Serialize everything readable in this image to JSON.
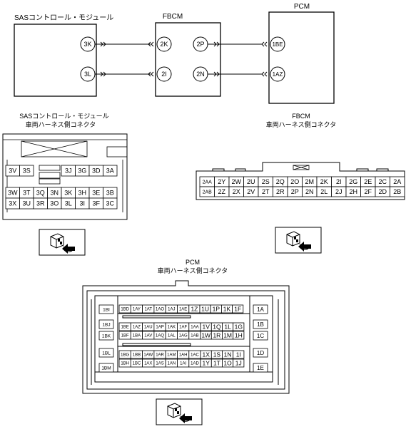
{
  "top": {
    "sas_title": "SASコントロール・モジュール",
    "fbcm_title": "FBCM",
    "pcm_title": "PCM",
    "pins": {
      "sas_3k": "3K",
      "sas_3l": "3L",
      "fbcm_2k": "2K",
      "fbcm_2i": "2I",
      "fbcm_2p": "2P",
      "fbcm_2n": "2N",
      "pcm_1be": "1BE",
      "pcm_1az": "1AZ"
    }
  },
  "sas_conn": {
    "title1": "SASコントロール・モジュール",
    "title2": "車両ハーネス側コネクタ",
    "row1": [
      "3V",
      "3S",
      "3J",
      "3G",
      "3D",
      "3A"
    ],
    "row2": [
      "3W",
      "3T",
      "3Q",
      "3N",
      "3K",
      "3H",
      "3E",
      "3B"
    ],
    "row3": [
      "3X",
      "3U",
      "3R",
      "3O",
      "3L",
      "3I",
      "3F",
      "3C"
    ]
  },
  "fbcm_conn": {
    "title1": "FBCM",
    "title2": "車両ハーネス側コネクタ",
    "row1": [
      "2AA",
      "2Y",
      "2W",
      "2U",
      "2S",
      "2Q",
      "2O",
      "2M",
      "2K",
      "2I",
      "2G",
      "2E",
      "2C",
      "2A"
    ],
    "row2": [
      "2AB",
      "2Z",
      "2X",
      "2V",
      "2T",
      "2R",
      "2P",
      "2N",
      "2L",
      "2J",
      "2H",
      "2F",
      "2D",
      "2B"
    ]
  },
  "pcm_conn": {
    "title1": "PCM",
    "title2": "車両ハーネス側コネクタ",
    "left_col": [
      "1BI",
      "1BJ",
      "1BK",
      "1BL",
      "1BM"
    ],
    "right_col": [
      "1A",
      "1B",
      "1C",
      "1D",
      "1E"
    ],
    "g1r1_small": [
      "1BD",
      "1AY",
      "1AT",
      "1AO",
      "1AJ",
      "1AE"
    ],
    "g1r1_big": [
      "1Z",
      "1U",
      "1P",
      "1K",
      "1F"
    ],
    "g2r1_small": [
      "1BE",
      "1AZ",
      "1AU",
      "1AP",
      "1AK",
      "1AF",
      "1AA"
    ],
    "g2r1_big": [
      "1V",
      "1Q",
      "1L",
      "1G"
    ],
    "g2r2_small": [
      "1BF",
      "1BA",
      "1AV",
      "1AQ",
      "1AL",
      "1AG",
      "1AB"
    ],
    "g2r2_big": [
      "1W",
      "1R",
      "1M",
      "1H"
    ],
    "g3r1_small": [
      "1BG",
      "1BB",
      "1AW",
      "1AR",
      "1AM",
      "1AH",
      "1AC"
    ],
    "g3r1_big": [
      "1X",
      "1S",
      "1N",
      "1I"
    ],
    "g3r2_small": [
      "1BH",
      "1BC",
      "1AX",
      "1AS",
      "1AN",
      "1AI",
      "1AD"
    ],
    "g3r2_big": [
      "1Y",
      "1T",
      "1O",
      "1J"
    ]
  },
  "icons": [
    "connector-pin-icon",
    "connector-pin-icon",
    "connector-pin-icon"
  ]
}
